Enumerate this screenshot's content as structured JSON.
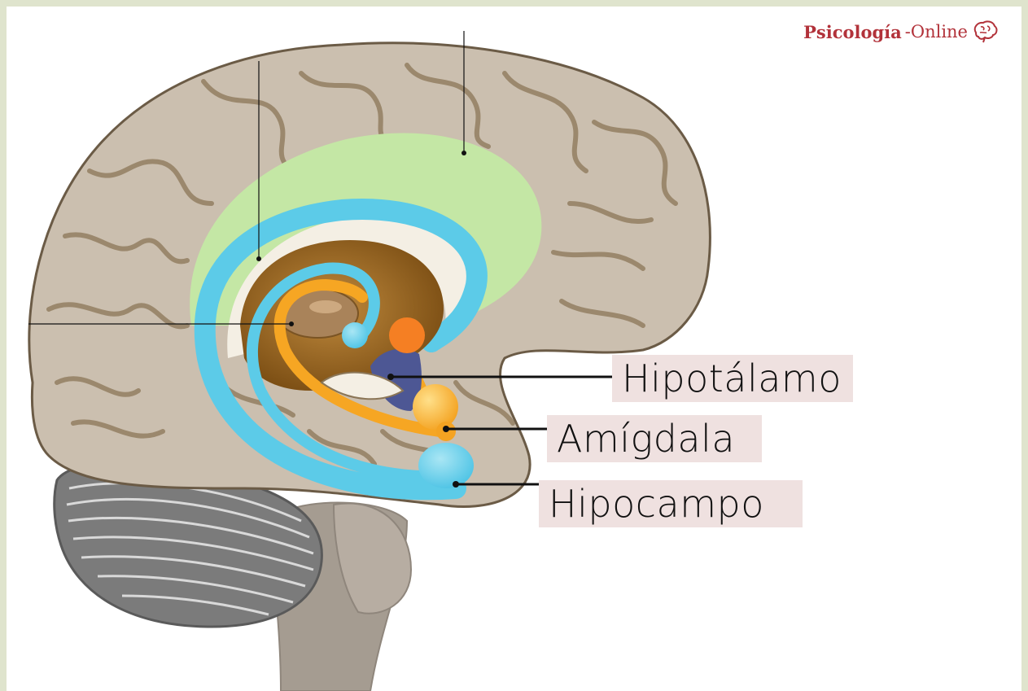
{
  "brand": {
    "name_bold": "Psicología",
    "name_rest": "-Online",
    "icon": "brain-icon",
    "color": "#b2323a"
  },
  "labels": {
    "hypothalamus": "Hipotálamo",
    "amygdala": "Amígdala",
    "hippocampus": "Hipocampo"
  },
  "colors": {
    "frame": "#dfe4cd",
    "label_background": "#efe1e0",
    "cortex": "#cbbfaf",
    "cingulate": "#c4e7a5",
    "fornix": "#5ccbe8",
    "thalamus": "#9c6a24",
    "amygdala": "#f6a623",
    "hypothalamus": "#4d5794",
    "cerebellum": "#7b7b7b",
    "brainstem": "#a59c91"
  }
}
